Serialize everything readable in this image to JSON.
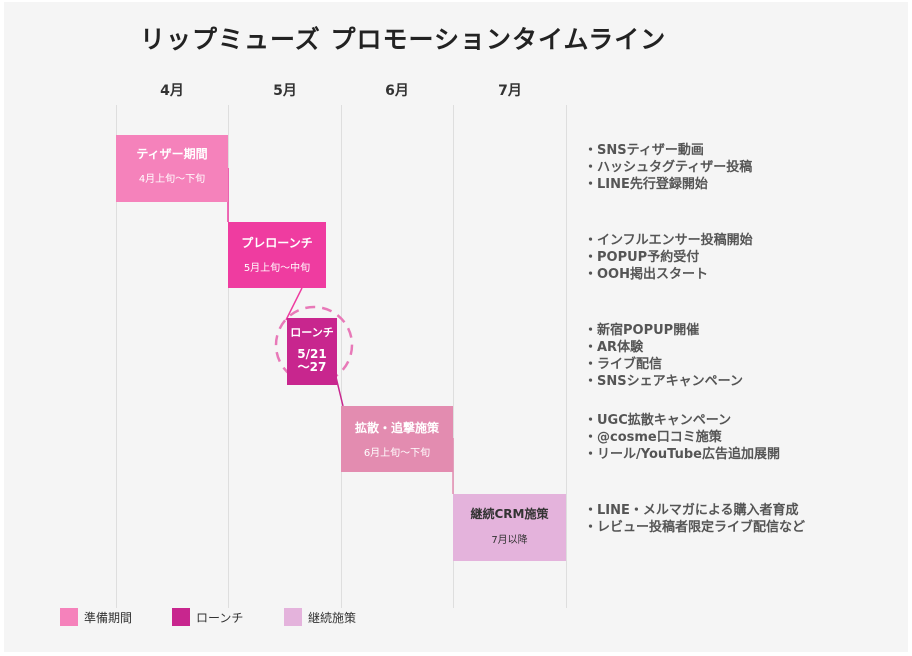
{
  "title": "リップミューズ プロモーションタイムライン",
  "months": [
    "4月",
    "5月",
    "6月",
    "7月"
  ],
  "phases": [
    {
      "name": "ティザー期間",
      "period": "4月上旬〜下旬",
      "color": "#f582bb"
    },
    {
      "name": "プレローンチ",
      "period": "5月上旬〜中旬",
      "color": "#ef3ca0"
    },
    {
      "name": "ローンチ",
      "period": "5/21\n〜27",
      "color": "#c8268e"
    },
    {
      "name": "拡散・追撃施策",
      "period": "6月上旬〜下旬",
      "color": "#e38cb0"
    },
    {
      "name": "継続CRM施策",
      "period": "7月以降",
      "color": "#e4b3dc"
    }
  ],
  "notes": [
    [
      "・SNSティザー動画",
      "・ハッシュタグティザー投稿",
      "・LINE先行登録開始"
    ],
    [
      "・インフルエンサー投稿開始",
      "・POPUP予約受付",
      "・OOH掲出スタート"
    ],
    [
      "・新宿POPUP開催",
      "・AR体験",
      "・ライブ配信",
      "・SNSシェアキャンペーン"
    ],
    [
      "・UGC拡散キャンペーン",
      "・@cosme口コミ施策",
      "・リール/YouTube広告追加展開"
    ],
    [
      "・LINE・メルマガによる購入者育成",
      "・レビュー投稿者限定ライブ配信など"
    ]
  ],
  "legend": [
    {
      "label": "準備期間",
      "color": "#f582bb"
    },
    {
      "label": "ローンチ",
      "color": "#c8268e"
    },
    {
      "label": "継続施策",
      "color": "#e4b3dc"
    }
  ],
  "colors": {
    "launch_ring": "#e879b8",
    "grid": "#dedede"
  }
}
